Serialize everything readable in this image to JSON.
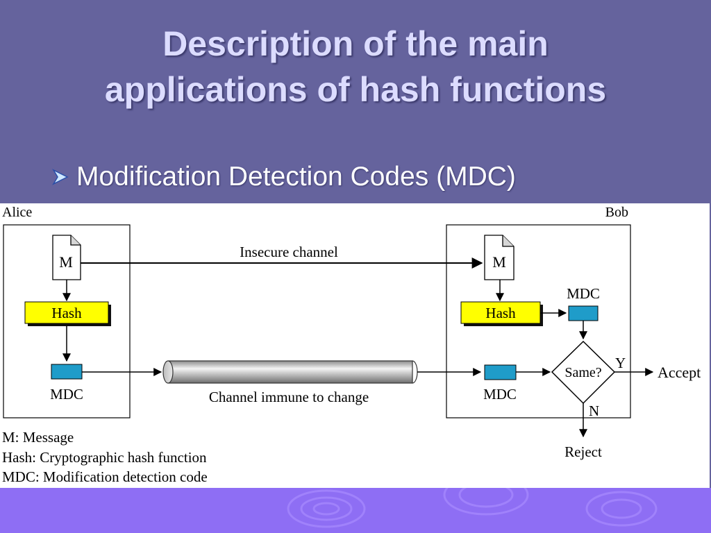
{
  "slide": {
    "title_line1": "Description of the main",
    "title_line2": "applications of hash functions",
    "bullet": "Modification Detection Codes (MDC)"
  },
  "diagram": {
    "alice_label": "Alice",
    "bob_label": "Bob",
    "sender_message": "M",
    "receiver_message": "M",
    "insecure_channel_label": "Insecure channel",
    "sender_hash": "Hash",
    "receiver_hash": "Hash",
    "sender_mdc_label": "MDC",
    "receiver_mdc_top_label": "MDC",
    "receiver_mdc_bottom_label": "MDC",
    "secure_channel_label": "Channel immune to change",
    "compare_label": "Same?",
    "yes_label": "Y",
    "no_label": "N",
    "accept_label": "Accept",
    "reject_label": "Reject",
    "legend": [
      "M: Message",
      "Hash: Cryptographic hash function",
      "MDC: Modification detection code"
    ]
  },
  "colors": {
    "background": "#65639d",
    "title": "#dcdcff",
    "hash_box": "#ffff00",
    "mdc_box": "#1f9cc9",
    "bottom_band": "#8e6ef4"
  },
  "icons": {
    "bullet": "arrowhead-bullet-icon",
    "document": "document-icon"
  }
}
